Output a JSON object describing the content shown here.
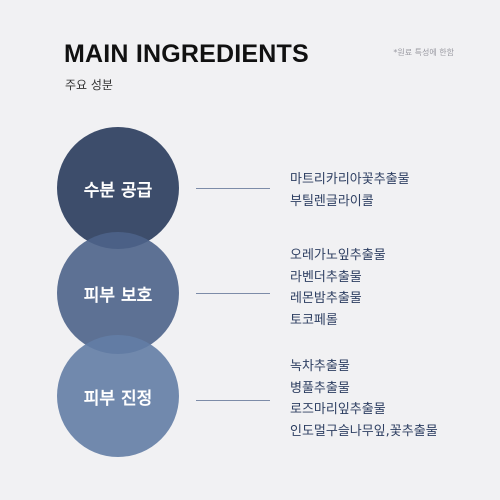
{
  "header": {
    "title": "MAIN INGREDIENTS",
    "subtitle": "주요 성분",
    "note": "*원료 특성에 한함"
  },
  "groups": [
    {
      "label": "수분 공급",
      "ingredients": [
        "마트리카리아꽃추출물",
        "부틸렌글라이콜"
      ]
    },
    {
      "label": "피부 보호",
      "ingredients": [
        "오레가노잎추출물",
        "라벤더추출물",
        "레몬밤추출물",
        "토코페롤"
      ]
    },
    {
      "label": "피부 진정",
      "ingredients": [
        "녹차추출물",
        "병풀추출물",
        "로즈마리잎추출물",
        "인도멀구슬나무잎,꽃추출물"
      ]
    }
  ],
  "colors": {
    "background": "#f1f1f3",
    "circle_1": "#3d4d6b",
    "circle_2": "#4c638a",
    "circle_3": "#637da5",
    "ingredient_text": "#2e3f62"
  }
}
